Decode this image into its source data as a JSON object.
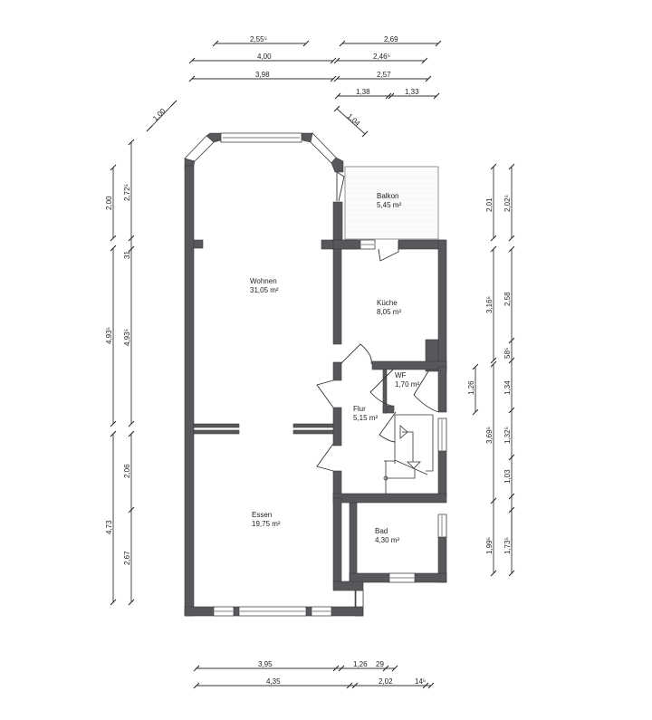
{
  "plan": {
    "rooms": [
      {
        "id": "balkon",
        "name": "Balkon",
        "area": "5,45 m²"
      },
      {
        "id": "wohnen",
        "name": "Wohnen",
        "area": "31,05 m²"
      },
      {
        "id": "kueche",
        "name": "Küche",
        "area": "8,05 m²"
      },
      {
        "id": "wf",
        "name": "WF",
        "area": "1,70 m²"
      },
      {
        "id": "flur",
        "name": "Flur",
        "area": "5,15 m²"
      },
      {
        "id": "essen",
        "name": "Essen",
        "area": "19,75 m²"
      },
      {
        "id": "bad",
        "name": "Bad",
        "area": "4,30 m²"
      }
    ],
    "dimensions_top": [
      {
        "row": 1,
        "values": [
          "2,55⁵",
          "2,69"
        ]
      },
      {
        "row": 2,
        "values": [
          "4,00",
          "2,46⁵"
        ]
      },
      {
        "row": 3,
        "values": [
          "3,98",
          "2,57"
        ]
      },
      {
        "row": 4,
        "values": [
          "1,38",
          "1,33"
        ]
      },
      {
        "row": "diagonal",
        "values": [
          "1,00",
          "1,04"
        ]
      }
    ],
    "dimensions_left": {
      "outer": [
        "2,00",
        "31",
        "4,93⁵",
        "4,73"
      ],
      "inner": [
        "2,72⁵",
        "31",
        "4,93⁵",
        "2,06",
        "2,67"
      ],
      "outer_col": [
        "2,00",
        "4,93⁵",
        "4,73"
      ],
      "inner_col": [
        "2,72⁵",
        "31",
        "4,93⁵",
        "2,06",
        "2,67"
      ]
    },
    "dimensions_right": {
      "col1": [
        "2,01",
        "3,16⁵",
        "3,69⁵",
        "1,99⁵"
      ],
      "col0": [
        "1,26"
      ],
      "col2": [
        "2,02⁵",
        "2,58",
        "58⁵",
        "1,34",
        "1,32⁵",
        "1,03",
        "1,73⁵"
      ]
    },
    "dimensions_bottom": [
      {
        "row": 1,
        "values": [
          "3,95",
          "1,26",
          "29"
        ]
      },
      {
        "row": 2,
        "values": [
          "4,35",
          "2,02",
          "14⁵"
        ]
      }
    ],
    "colors": {
      "wall": "#58585c",
      "line": "#333333",
      "background": "#ffffff"
    }
  }
}
